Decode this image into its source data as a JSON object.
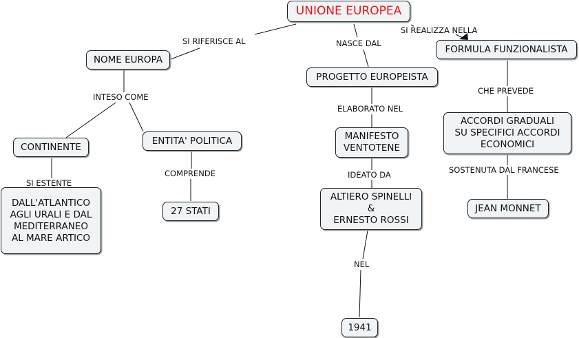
{
  "map": {
    "root_color": "#ee1111",
    "nodes": {
      "unione": "UNIONE EUROPEA",
      "nome_europa": "NOME EUROPA",
      "progetto": "PROGETTO EUROPEISTA",
      "formula": "FORMULA FUNZIONALISTA",
      "continente": "CONTINENTE",
      "entita": "ENTITA' POLITICA",
      "manifesto": "MANIFESTO\nVENTOTENE",
      "accordi": "ACCORDI GRADUALI\nSU SPECIFICI ACCORDI\nECONOMICI",
      "dallatlantico": "DALL'ATLANTICO\nAGLI URALI E DAL\nMEDITERRANEO\nAL MARE ARTICO",
      "stati": "27 STATI",
      "spinelli": "ALTIERO SPINELLI\n&\nERNESTO ROSSI",
      "monnet": "JEAN MONNET",
      "anno": "1941"
    },
    "links": {
      "si_riferisce": "SI RIFERISCE AL",
      "nasce_dal": "NASCE DAL",
      "si_realizza": "SI REALIZZA NELLA",
      "inteso_come": "INTESO COME",
      "elaborato_nel": "ELABORATO NEL",
      "che_prevede": "CHE PREVEDE",
      "si_estente": "SI ESTENTE",
      "comprende": "COMPRENDE",
      "ideato_da": "IDEATO DA",
      "sostenuta": "SOSTENUTA DAL FRANCESE",
      "nel": "NEL"
    }
  }
}
